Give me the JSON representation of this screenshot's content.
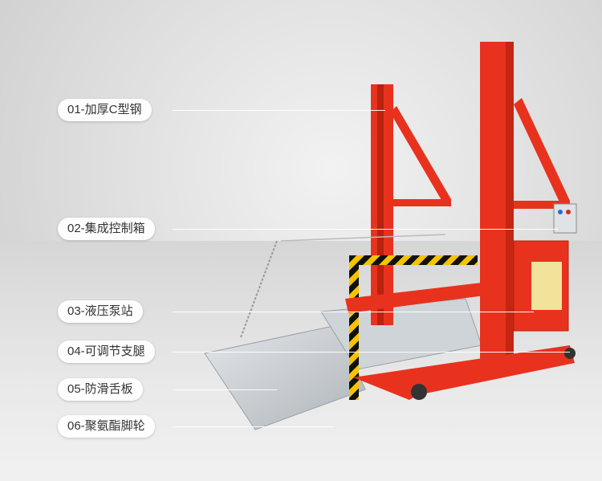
{
  "callouts": [
    {
      "label": "01-加厚C型钢"
    },
    {
      "label": "02-集成控制箱"
    },
    {
      "label": "03-液压泵站"
    },
    {
      "label": "04-可调节支腿"
    },
    {
      "label": "05-防滑舌板"
    },
    {
      "label": "06-聚氨酯脚轮"
    }
  ],
  "colors": {
    "frame": "#e8321e",
    "plate": "#c9ced3",
    "stripe_black": "#111111",
    "stripe_yellow": "#f5c400"
  }
}
